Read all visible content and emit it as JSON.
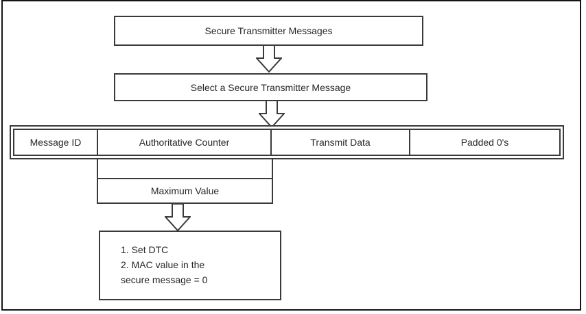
{
  "diagram": {
    "type": "flowchart",
    "nodes": {
      "secure_messages": "Secure Transmitter Messages",
      "select_message": "Select a Secure Transmitter Message",
      "max_value": "Maximum Value",
      "actions": [
        "1. Set DTC",
        "2. MAC value in the",
        "secure message = 0"
      ]
    },
    "table": {
      "cells": [
        "Message ID",
        "Authoritative Counter",
        "Transmit Data",
        "Padded 0's"
      ]
    },
    "colors": {
      "shape_border": "#3a3a3a",
      "outer_frame": "#141414",
      "text": "#262626",
      "background": "#ffffff"
    }
  }
}
